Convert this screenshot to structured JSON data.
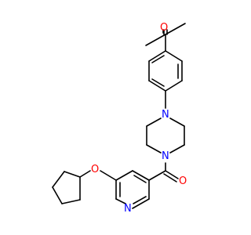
{
  "molecule": {
    "atoms": {
      "oxygen_ketone": {
        "symbol": "O",
        "color": "#ff0000"
      },
      "nitrogen_piperazine_top": {
        "symbol": "N",
        "color": "#0000ff"
      },
      "nitrogen_piperazine_bottom": {
        "symbol": "N",
        "color": "#0000ff"
      },
      "oxygen_amide": {
        "symbol": "O",
        "color": "#ff0000"
      },
      "oxygen_ether": {
        "symbol": "O",
        "color": "#ff0000"
      },
      "nitrogen_pyridine": {
        "symbol": "N",
        "color": "#0000ff"
      }
    },
    "bond_color": "#000000",
    "background": "#ffffff"
  }
}
